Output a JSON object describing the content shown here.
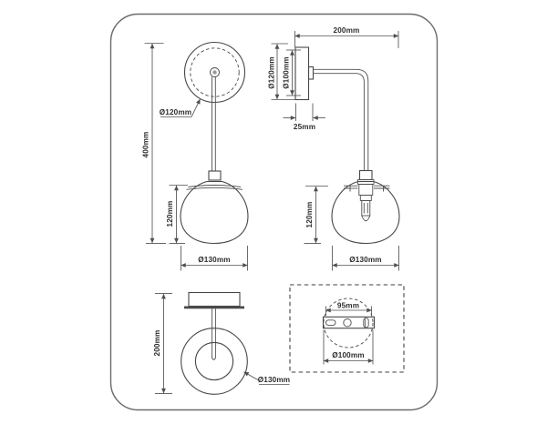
{
  "document": {
    "kind": "wall-lamp technical dimension drawing",
    "views": [
      "front view",
      "side view",
      "top view",
      "mounting-plate detail"
    ]
  },
  "front": {
    "height_label": "400mm",
    "plate_label": "Ø120mm",
    "shade_height_label": "120mm",
    "shade_width_label": "Ø130mm"
  },
  "side": {
    "depth_label": "200mm",
    "plate_outer_label": "Ø120mm",
    "plate_inner_label": "Ø100mm",
    "plate_depth_label": "25mm",
    "shade_height_label": "120mm",
    "shade_width_label": "Ø130mm"
  },
  "top": {
    "depth_label": "200mm",
    "shade_width_label": "Ø130mm"
  },
  "detail": {
    "slot_spacing_label": "95mm",
    "plate_label": "Ø100mm"
  },
  "colors": {
    "background": "#ffffff",
    "line": "#474747",
    "dimension": "#525252",
    "text": "#2d2d2d"
  }
}
